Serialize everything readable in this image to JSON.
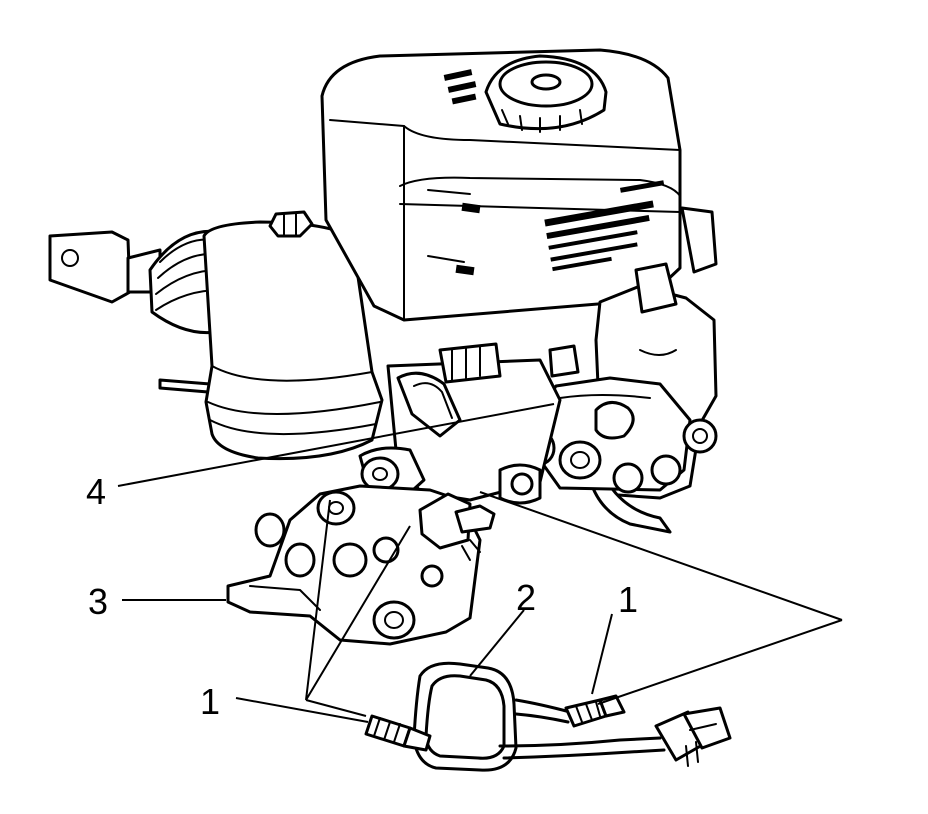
{
  "callouts": [
    {
      "id": "c1a",
      "label": "1"
    },
    {
      "id": "c1b",
      "label": "1"
    },
    {
      "id": "c2",
      "label": "2"
    },
    {
      "id": "c3",
      "label": "3"
    },
    {
      "id": "c4",
      "label": "4"
    }
  ],
  "parts": [
    {
      "callout": "1",
      "name": "brake-pipe-fitting"
    },
    {
      "callout": "2",
      "name": "brake-pipe"
    },
    {
      "callout": "3",
      "name": "modulator-body"
    },
    {
      "callout": "4",
      "name": "master-cylinder-port"
    }
  ],
  "colors": {
    "ink": "#000000",
    "paper": "#ffffff"
  }
}
